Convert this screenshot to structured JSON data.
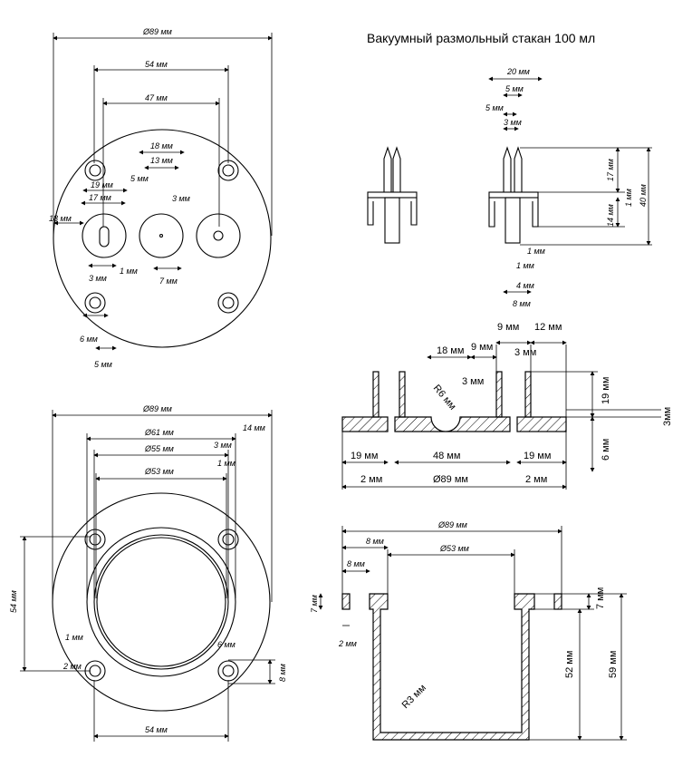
{
  "title": "Вакуумный размольный стакан  100 мл",
  "top_left_view": {
    "dims": [
      "Ø89 мм",
      "54 мм",
      "47 мм",
      "18 мм",
      "13 мм",
      "19 мм",
      "5 мм",
      "17 мм",
      "3 мм",
      "18 мм",
      "3 мм",
      "1 мм",
      "7 мм",
      "6 мм",
      "5 мм"
    ]
  },
  "side_view": {
    "dims": [
      "20 мм",
      "5 мм",
      "5 мм",
      "3 мм",
      "17 мм",
      "1 мм",
      "40 мм",
      "14 мм",
      "1 мм",
      "1 мм",
      "4 мм",
      "8 мм"
    ]
  },
  "lid_section": {
    "dims": [
      "9 мм",
      "12 мм",
      "18 мм",
      "9 мм",
      "3 мм",
      "3 мм",
      "R6 мм",
      "19 мм",
      "3мм",
      "6 мм",
      "19 мм",
      "48 мм",
      "19 мм",
      "2 мм",
      "Ø89 мм",
      "2 мм"
    ]
  },
  "bottom_left_view": {
    "dims": [
      "Ø89 мм",
      "14 мм",
      "Ø61 мм",
      "3 мм",
      "Ø55 мм",
      "1 мм",
      "Ø53 мм",
      "54 мм",
      "1 мм",
      "2 мм",
      "6 мм",
      "8 мм",
      "54 мм"
    ]
  },
  "jar_section": {
    "dims": [
      "Ø89 мм",
      "8 мм",
      "Ø53 мм",
      "8 мм",
      "7 мм",
      "7 мм",
      "2 мм",
      "52 мм",
      "59 мм",
      "R3 мм"
    ]
  }
}
